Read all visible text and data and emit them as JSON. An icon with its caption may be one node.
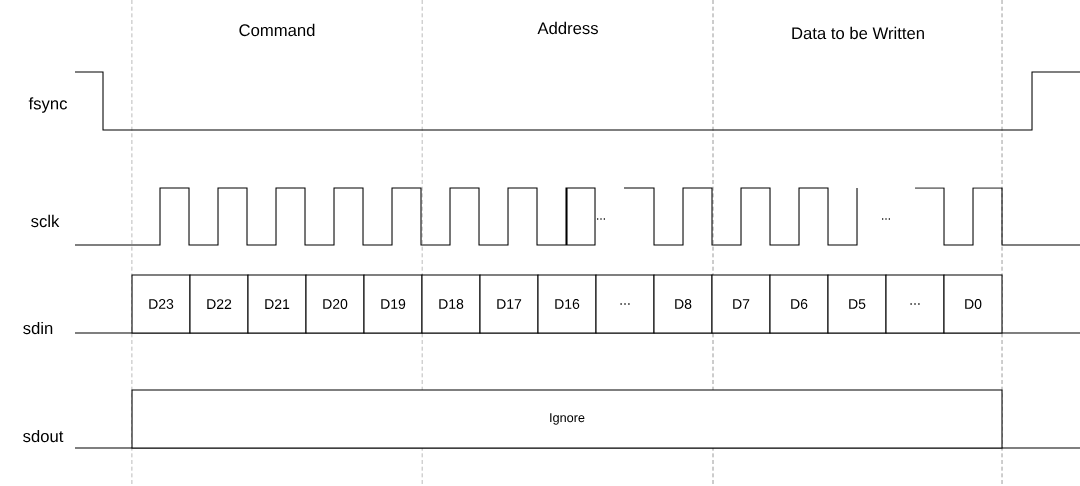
{
  "diagram": {
    "nodes": [
      {
        "text": [
          "D23"
        ]
      },
      {
        "text": [
          "D22"
        ]
      },
      {
        "text": [
          "D21"
        ]
      },
      {
        "text": [
          "D20"
        ]
      },
      {
        "text": [
          "D19"
        ]
      },
      {
        "text": [
          "D18"
        ]
      },
      {
        "text": [
          "D17"
        ]
      },
      {
        "text": [
          "D16"
        ]
      },
      {
        "text": [
          "..."
        ]
      },
      {
        "text": [
          "D8"
        ]
      },
      {
        "text": [
          "D7"
        ]
      },
      {
        "text": [
          "D6"
        ]
      },
      {
        "text": [
          "D5"
        ]
      },
      {
        "text": [
          "..."
        ]
      },
      {
        "text": [
          "D0"
        ]
      },
      {
        "text": [
          "Ignore"
        ]
      }
    ],
    "labels": [
      "Command",
      "Address",
      "Data to be Written",
      "fsync",
      "sclk",
      "...",
      "...",
      "sdin",
      "sdout"
    ]
  }
}
